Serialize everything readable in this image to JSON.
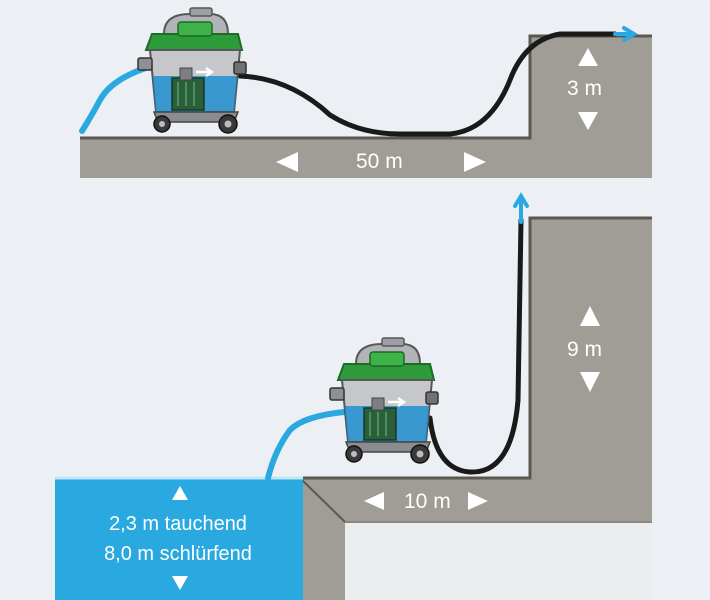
{
  "panel_top": {
    "horizontal_distance": "50 m",
    "height_difference": "3 m"
  },
  "panel_bottom": {
    "horizontal_distance": "10 m",
    "height_difference": "9 m",
    "submerged_depth": "2,3 m tauchend",
    "suction_depth": "8,0 m schlürfend"
  },
  "colors": {
    "background_wall": "#e3e8ee",
    "ground": "#9f9b95",
    "ground_edge": "#5b5751",
    "water": "#2aa8e0",
    "hose": "#1a1a1a",
    "pump_body": "#a7a9ac",
    "pump_lid": "#2e9b3a",
    "pump_water": "#1f8fd0",
    "arrow": "#ffffff"
  },
  "icons": {
    "pump": "submersible-pump-icon",
    "flow": "water-flow-arrow-icon"
  }
}
